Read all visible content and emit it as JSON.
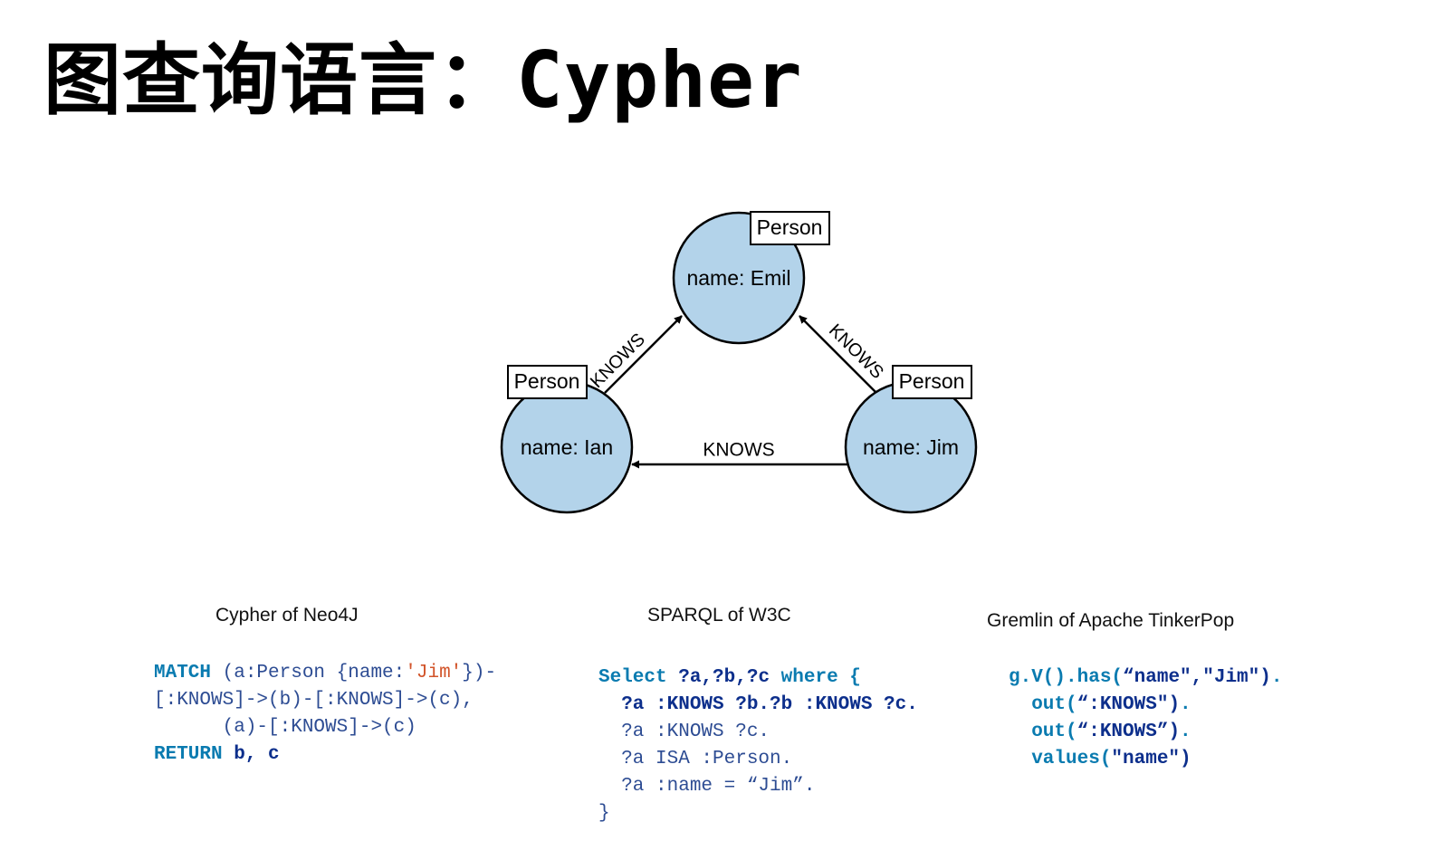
{
  "page": {
    "title_cn": "图查询语言：",
    "title_en": "Cypher"
  },
  "diagram": {
    "nodes": {
      "emil": {
        "label": "Person",
        "text": "name: Emil"
      },
      "ian": {
        "label": "Person",
        "text": "name: Ian"
      },
      "jim": {
        "label": "Person",
        "text": "name: Jim"
      }
    },
    "edges": {
      "ian_emil": "KNOWS",
      "jim_emil": "KNOWS",
      "jim_ian": "KNOWS"
    },
    "colors": {
      "node_fill": "#b3d3ea",
      "stroke": "#000000"
    }
  },
  "captions": {
    "cypher": "Cypher of Neo4J",
    "sparql": "SPARQL of W3C",
    "gremlin": "Gremlin of Apache TinkerPop"
  },
  "code": {
    "cypher": {
      "l1_kw": "MATCH",
      "l1_a": " (a:Person {name:",
      "l1_str": "'Jim'",
      "l1_b": "})-",
      "l2": "[:KNOWS]->(b)-[:KNOWS]->(c),",
      "l3": "      (a)-[:KNOWS]->(c)",
      "l4_kw": "RETURN",
      "l4_b": " b, c"
    },
    "sparql": {
      "l1_kw": "Select",
      "l1_vars": " ?a,?b,?c ",
      "l1_where": "where {",
      "l2": "  ?a :KNOWS ?b.?b :KNOWS ?c.",
      "l3": "  ?a :KNOWS ?c.",
      "l4": "  ?a ISA :Person.",
      "l5": "  ?a :name = “Jim”.",
      "l6": "}"
    },
    "gremlin": {
      "l1_fn": "g.V().has(",
      "l1_args": "“name\",\"Jim\")",
      "l1_end": ".",
      "l2_fn": "  out(",
      "l2_args": "“:KNOWS\")",
      "l2_end": ".",
      "l3_fn": "  out(",
      "l3_args": "“:KNOWS”)",
      "l3_end": ".",
      "l4_fn": "  values(",
      "l4_args": "\"name\")"
    }
  }
}
